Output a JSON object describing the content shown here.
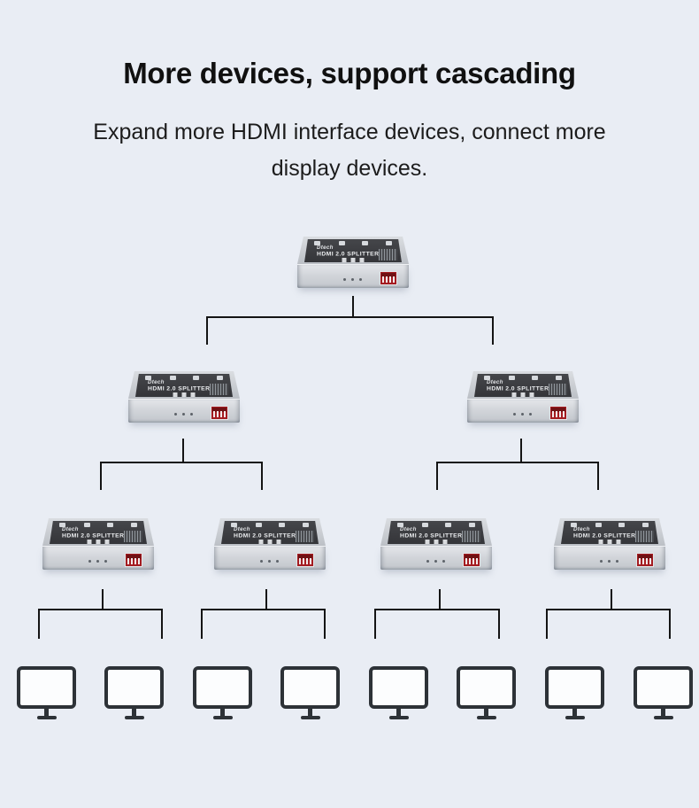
{
  "page": {
    "title": "More devices, support cascading",
    "subtitle": "Expand more HDMI interface devices, connect more display devices."
  },
  "device": {
    "brand": "Dtech",
    "label": "HDMI 2.0 SPLITTER",
    "count": 7
  },
  "monitors": {
    "count": 8
  },
  "diagram": {
    "levels": [
      {
        "name": "source-splitter",
        "devices": 1
      },
      {
        "name": "second-stage-splitters",
        "devices": 2
      },
      {
        "name": "third-stage-splitters",
        "devices": 4
      },
      {
        "name": "displays",
        "devices": 8
      }
    ]
  },
  "colors": {
    "background": "#e9edf4",
    "connector_line": "#141414",
    "device_body_silver": "#c8ccd2",
    "device_panel_dark": "#3a3b3e",
    "dip_switch_red": "#a41c21",
    "monitor_outline": "#2d3237",
    "title_text": "#101010"
  }
}
